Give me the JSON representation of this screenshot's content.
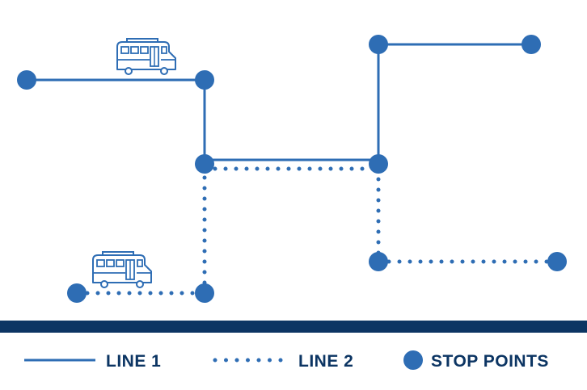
{
  "colors": {
    "line": "#2e6db4",
    "stop": "#2e6db4",
    "bar": "#0c3563",
    "legend_text": "#0c3563",
    "background": "#ffffff"
  },
  "legend": {
    "line1_label": "LINE 1",
    "line2_label": "LINE 2",
    "stops_label": "STOP POINTS"
  },
  "icons": {
    "vehicle": "bus-icon",
    "stop": "stop-point-icon"
  }
}
